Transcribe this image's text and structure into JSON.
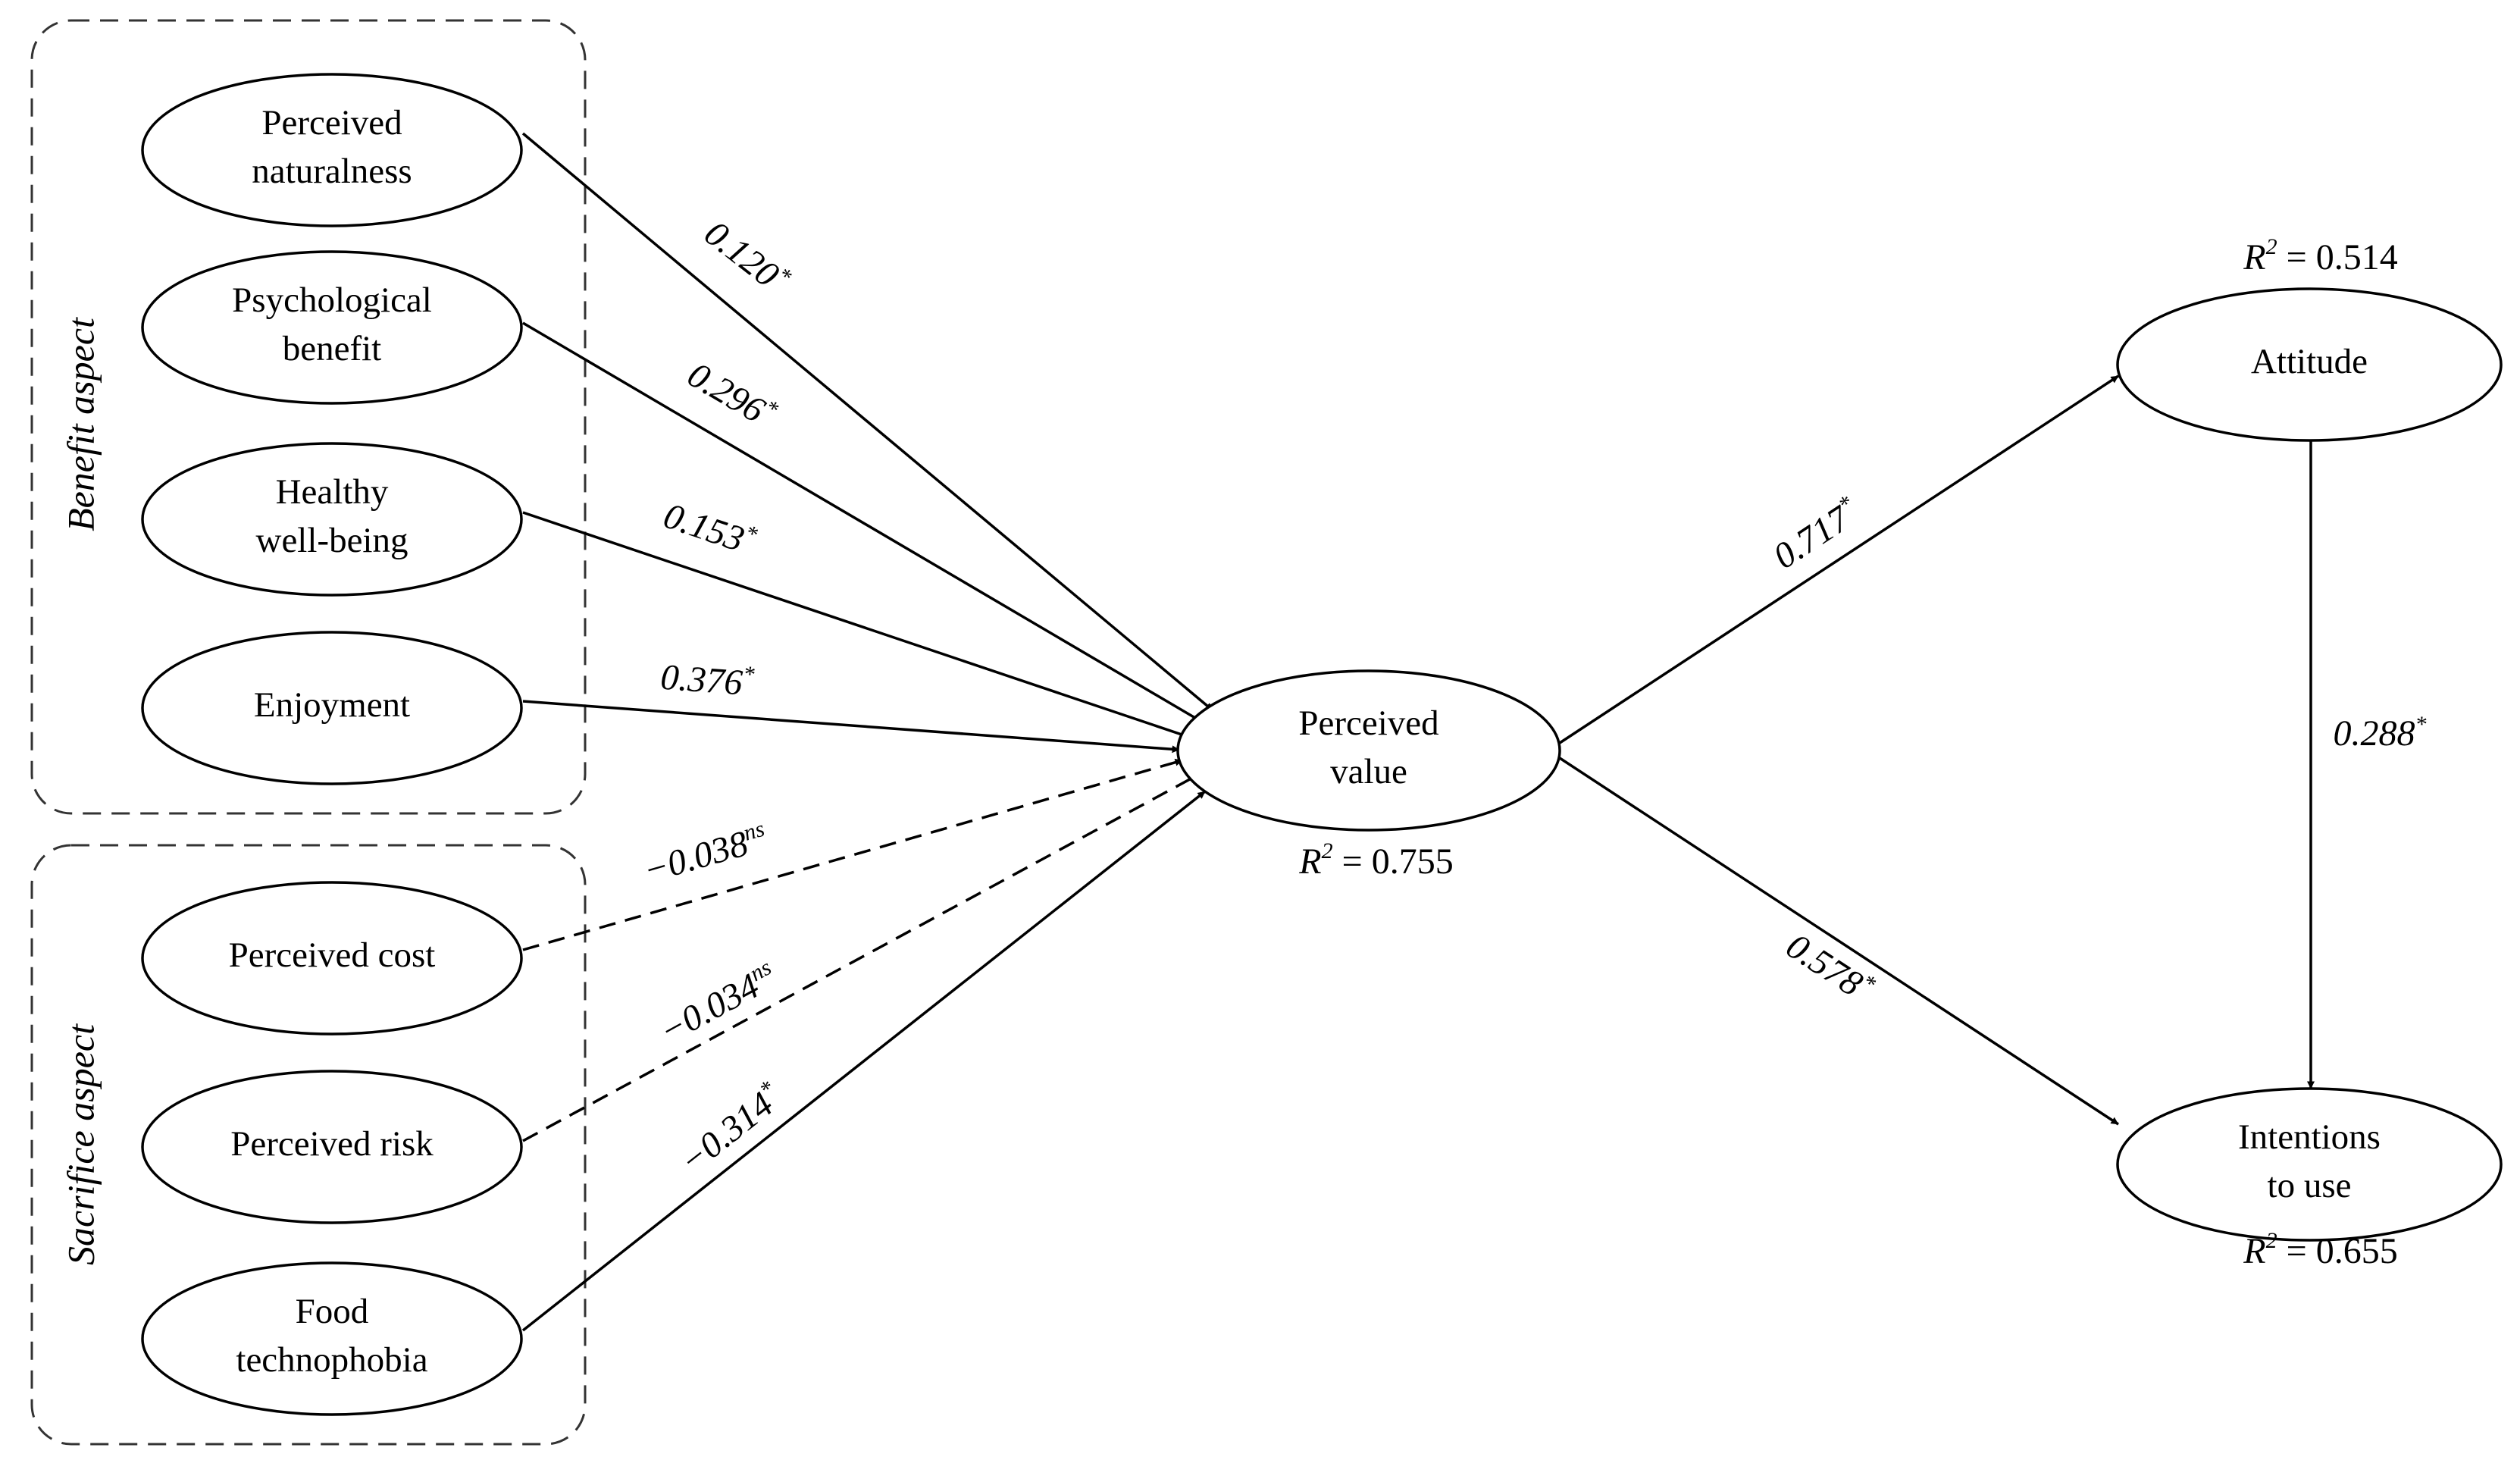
{
  "groups": [
    {
      "id": "benefit",
      "label": "Benefit aspect"
    },
    {
      "id": "sacrifice",
      "label": "Sacrifice aspect"
    }
  ],
  "nodes": [
    {
      "id": "perceived-naturalness",
      "lines": [
        "Perceived",
        "naturalness"
      ]
    },
    {
      "id": "psychological-benefit",
      "lines": [
        "Psychological",
        "benefit"
      ]
    },
    {
      "id": "healthy-well-being",
      "lines": [
        "Healthy",
        "well-being"
      ]
    },
    {
      "id": "enjoyment",
      "lines": [
        "Enjoyment"
      ]
    },
    {
      "id": "perceived-cost",
      "lines": [
        "Perceived cost"
      ]
    },
    {
      "id": "perceived-risk",
      "lines": [
        "Perceived risk"
      ]
    },
    {
      "id": "food-technophobia",
      "lines": [
        "Food",
        "technophobia"
      ]
    },
    {
      "id": "perceived-value",
      "lines": [
        "Perceived",
        "value"
      ],
      "r2": "0.755"
    },
    {
      "id": "attitude",
      "lines": [
        "Attitude"
      ],
      "r2": "0.514"
    },
    {
      "id": "intentions-to-use",
      "lines": [
        "Intentions",
        "to use"
      ],
      "r2": "0.655"
    }
  ],
  "paths": [
    {
      "from": "perceived-naturalness",
      "to": "perceived-value",
      "coef": "0.120",
      "sig": "*",
      "dashed": false
    },
    {
      "from": "psychological-benefit",
      "to": "perceived-value",
      "coef": "0.296",
      "sig": "*",
      "dashed": false
    },
    {
      "from": "healthy-well-being",
      "to": "perceived-value",
      "coef": "0.153",
      "sig": "*",
      "dashed": false
    },
    {
      "from": "enjoyment",
      "to": "perceived-value",
      "coef": "0.376",
      "sig": "*",
      "dashed": false
    },
    {
      "from": "perceived-cost",
      "to": "perceived-value",
      "coef": "−0.038",
      "sig": "ns",
      "dashed": true
    },
    {
      "from": "perceived-risk",
      "to": "perceived-value",
      "coef": "−0.034",
      "sig": "ns",
      "dashed": true
    },
    {
      "from": "food-technophobia",
      "to": "perceived-value",
      "coef": "−0.314",
      "sig": "*",
      "dashed": false
    },
    {
      "from": "perceived-value",
      "to": "attitude",
      "coef": "0.717",
      "sig": "*",
      "dashed": false
    },
    {
      "from": "perceived-value",
      "to": "intentions-to-use",
      "coef": "0.578",
      "sig": "*",
      "dashed": false
    },
    {
      "from": "attitude",
      "to": "intentions-to-use",
      "coef": "0.288",
      "sig": "*",
      "dashed": false
    }
  ],
  "r2_prefix": "R",
  "r2_power": "2",
  "r2_equals": " = "
}
